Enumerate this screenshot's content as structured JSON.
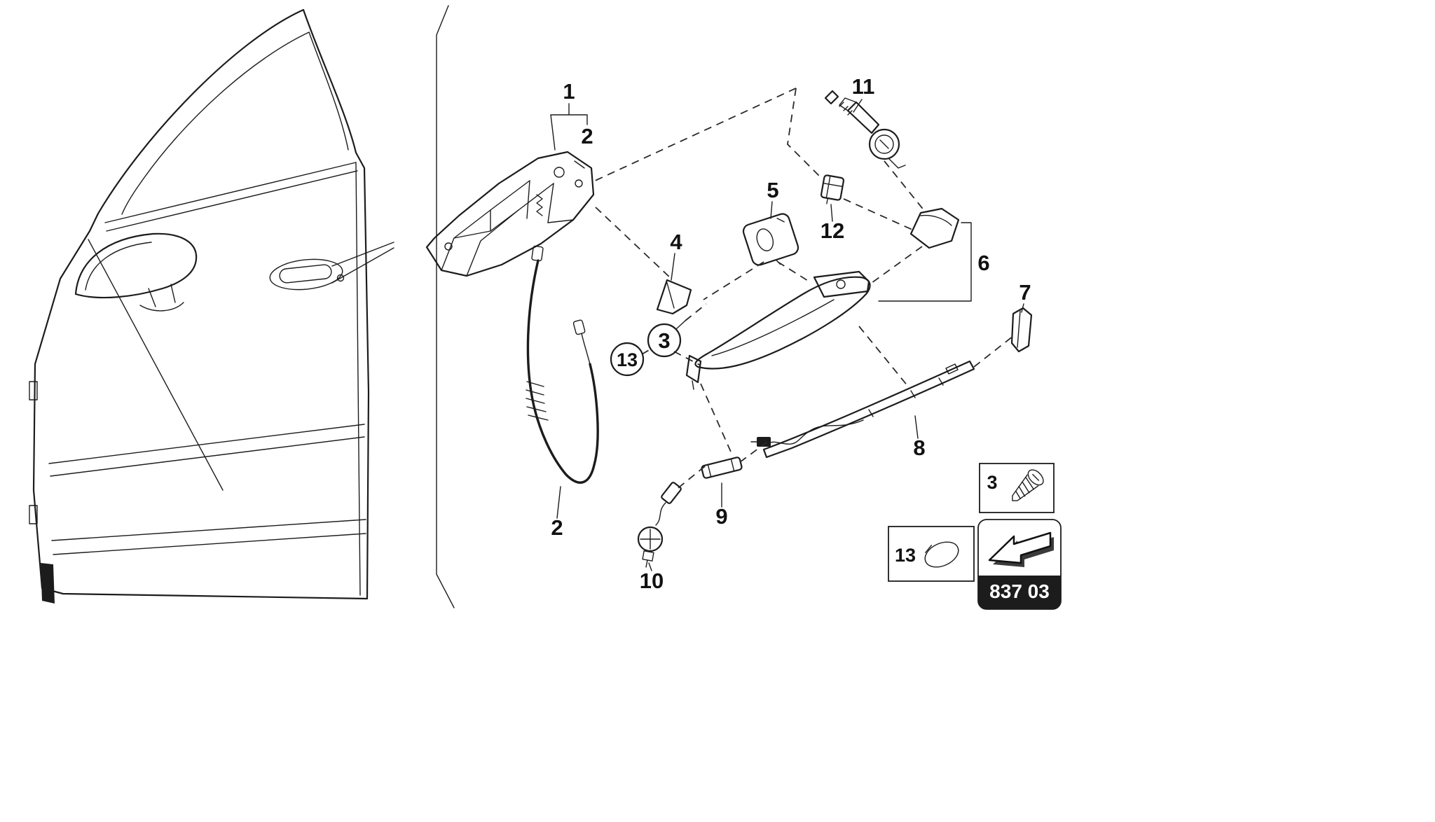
{
  "colors": {
    "line": "#1c1c1c",
    "badge_bg": "#111111",
    "badge_text": "#ffffff",
    "arrow_shadow": "#3b3b3b"
  },
  "callouts": {
    "c1": "1",
    "c2_top": "2",
    "c2_cable": "2",
    "c3_circle": "3",
    "c4": "4",
    "c5": "5",
    "c6": "6",
    "c7": "7",
    "c8": "8",
    "c9": "9",
    "c10": "10",
    "c11": "11",
    "c12": "12",
    "c13_circle": "13"
  },
  "legend": {
    "screw_item_label": "3",
    "cap_item_label": "13"
  },
  "badge": {
    "part_code": "837 03"
  }
}
